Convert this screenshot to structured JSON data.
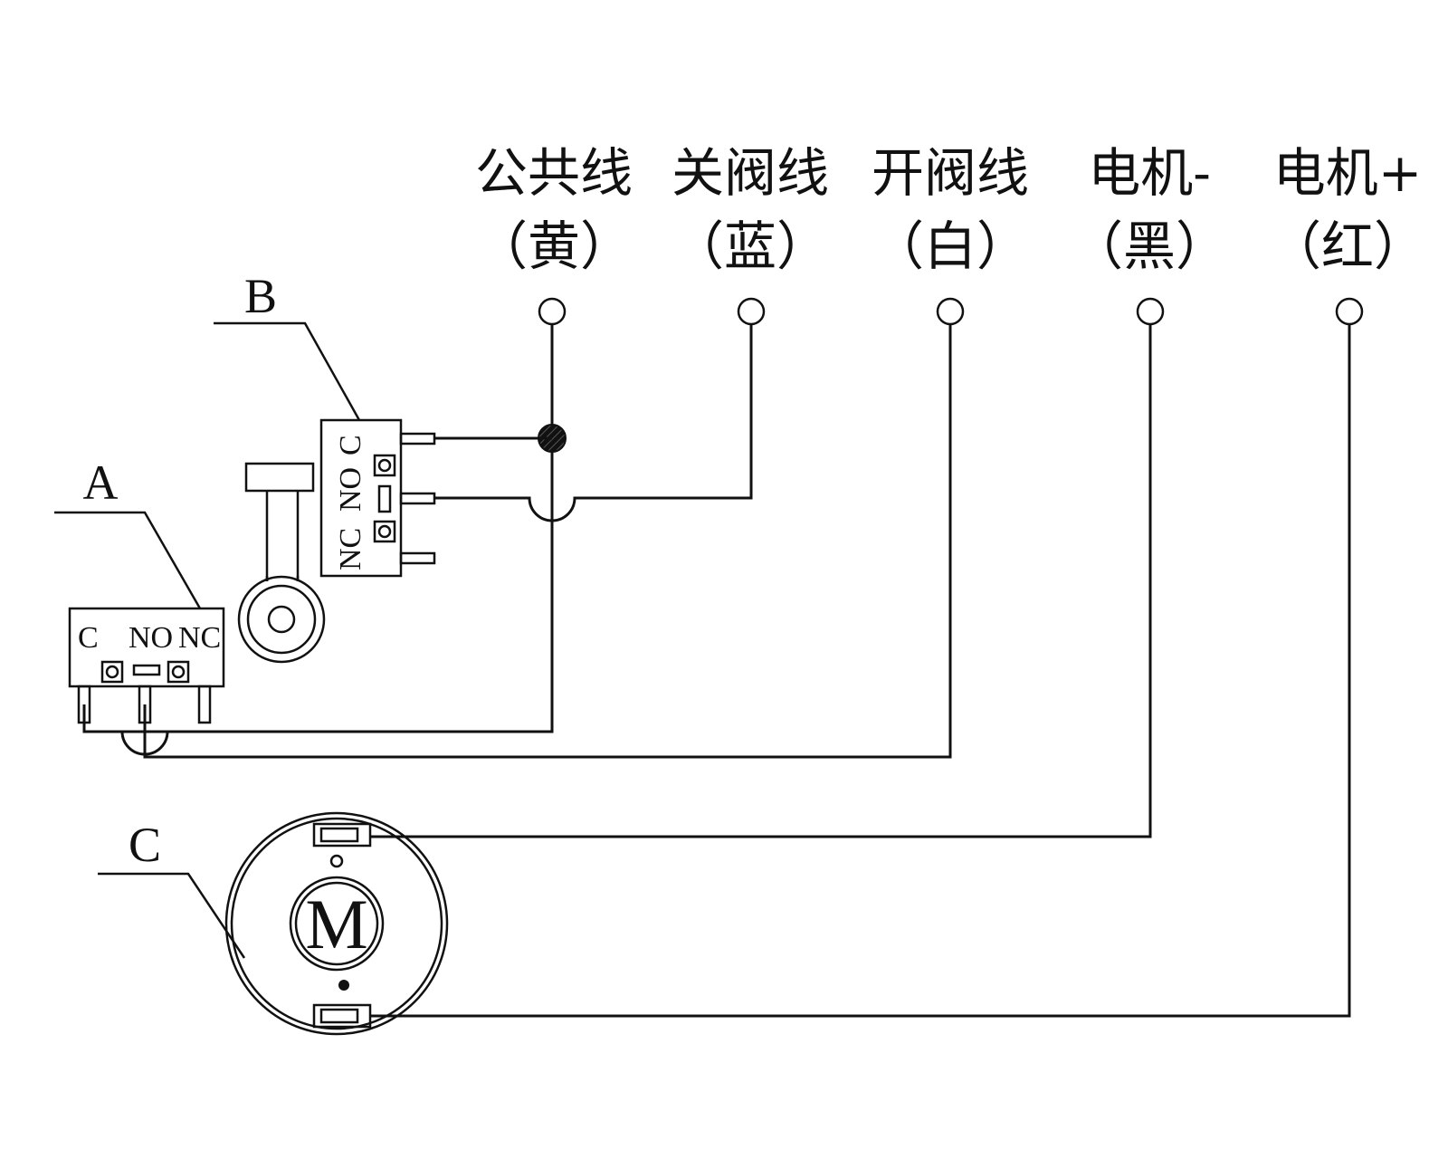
{
  "terminals": [
    {
      "label": "公共线",
      "color": "（黄）"
    },
    {
      "label": "关阀线",
      "color": "（蓝）"
    },
    {
      "label": "开阀线",
      "color": "（白）"
    },
    {
      "label": "电机-",
      "color": "（黑）"
    },
    {
      "label": "电机+",
      "color": "（红）"
    }
  ],
  "components": {
    "switch_a": {
      "label": "A",
      "pins": [
        "C",
        "NO",
        "NC"
      ]
    },
    "switch_b": {
      "label": "B",
      "pins": [
        "NC",
        "NO",
        "C"
      ]
    },
    "motor": {
      "label": "C",
      "symbol": "M"
    }
  }
}
